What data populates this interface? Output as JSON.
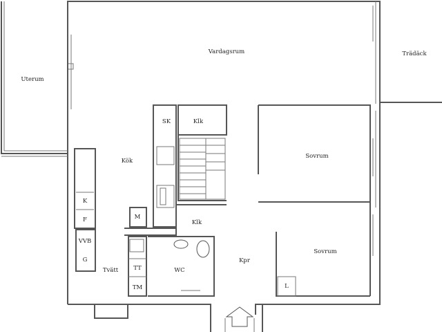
{
  "rooms": {
    "uterum": "Uterum",
    "vardagsrum": "Vardagsrum",
    "tradack": "Trädäck",
    "kok": "Kök",
    "sk": "SK",
    "klk1": "Klk",
    "klk2": "Klk",
    "sovrum1": "Sovrum",
    "sovrum2": "Sovrum",
    "wc": "WC",
    "kpr": "Kpr",
    "tvatt": "Tvätt",
    "l": "L"
  },
  "fixtures": {
    "k": "K",
    "f": "F",
    "m": "M",
    "vvb": "VVB",
    "g": "G",
    "tt": "TT",
    "tm": "TM"
  },
  "entrance_arrow": "entrance-arrow-icon"
}
